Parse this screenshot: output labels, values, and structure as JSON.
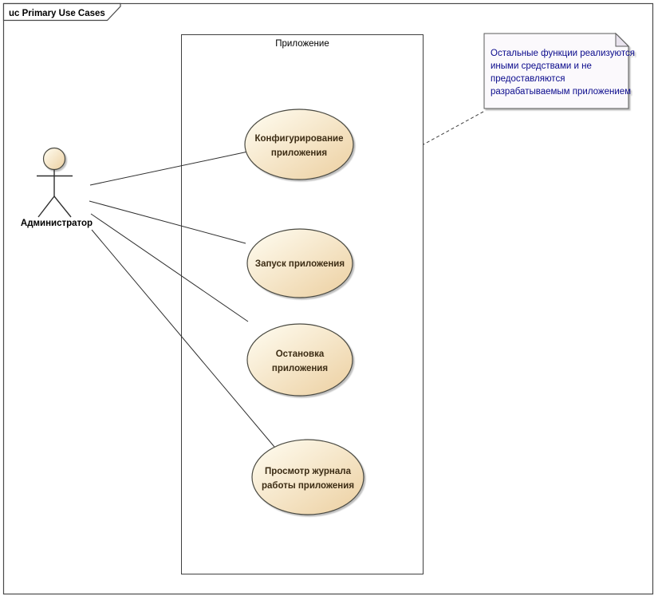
{
  "frame": {
    "label": "uc Primary Use Cases"
  },
  "system_boundary": {
    "title": "Приложение"
  },
  "actor": {
    "name": "Администратор"
  },
  "usecases": [
    {
      "id": "configure",
      "lines": [
        "Конфигурирование",
        "приложения"
      ]
    },
    {
      "id": "start",
      "lines": [
        "Запуск приложения"
      ]
    },
    {
      "id": "stop",
      "lines": [
        "Остановка",
        "приложения"
      ]
    },
    {
      "id": "viewlog",
      "lines": [
        "Просмотр журнала",
        "работы приложения"
      ]
    }
  ],
  "note": {
    "lines": [
      "Остальные функции реализуются",
      "иными средствами и не",
      "предоставляются",
      "разрабатываемым приложением"
    ]
  },
  "colors": {
    "usecase_fill_light": "#fffdf2",
    "usecase_fill_dark": "#ecCfa0",
    "usecase_text": "#3c2c14",
    "note_fill": "#fbf9fc",
    "note_fold": "#e9e3ee",
    "note_text": "#0a0a8c",
    "stroke": "#4a4a4a",
    "shadow": "#bdbdbd",
    "background": "#ffffff"
  }
}
